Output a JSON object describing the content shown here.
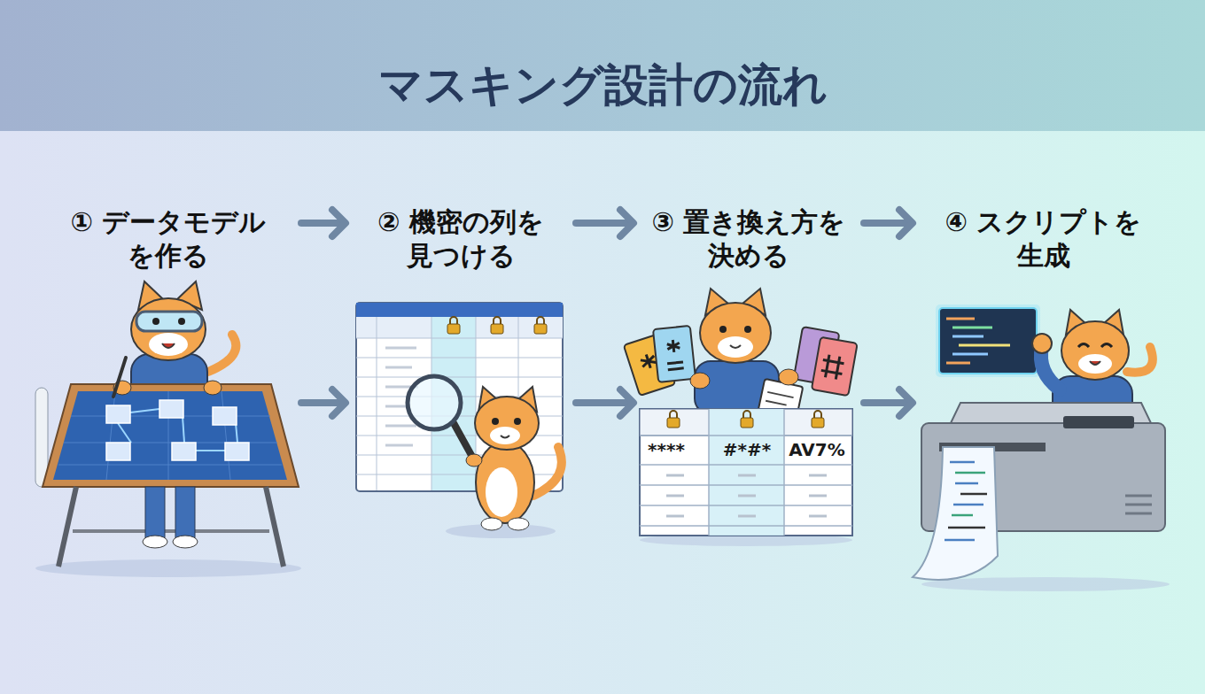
{
  "diagram": {
    "title": "マスキング設計の流れ",
    "nodes": [
      {
        "text": [
          "① データモデル を作る"
        ]
      },
      {
        "text": [
          "② 機密の列を 見つける"
        ]
      },
      {
        "text": [
          "③ 置き換え方を 決める"
        ]
      },
      {
        "text": [
          "④ スクリプトを 生成"
        ]
      }
    ],
    "edges": [
      {
        "from": 0,
        "to": 1,
        "arrow": "to"
      },
      {
        "from": 0,
        "to": 1,
        "arrow": "to"
      },
      {
        "from": 1,
        "to": 2,
        "arrow": "to"
      },
      {
        "from": 1,
        "to": 2,
        "arrow": "to"
      },
      {
        "from": 2,
        "to": 3,
        "arrow": "to"
      },
      {
        "from": 2,
        "to": 3,
        "arrow": "to"
      }
    ],
    "labels": [
      "****",
      "#*#*",
      "AV7%"
    ]
  }
}
